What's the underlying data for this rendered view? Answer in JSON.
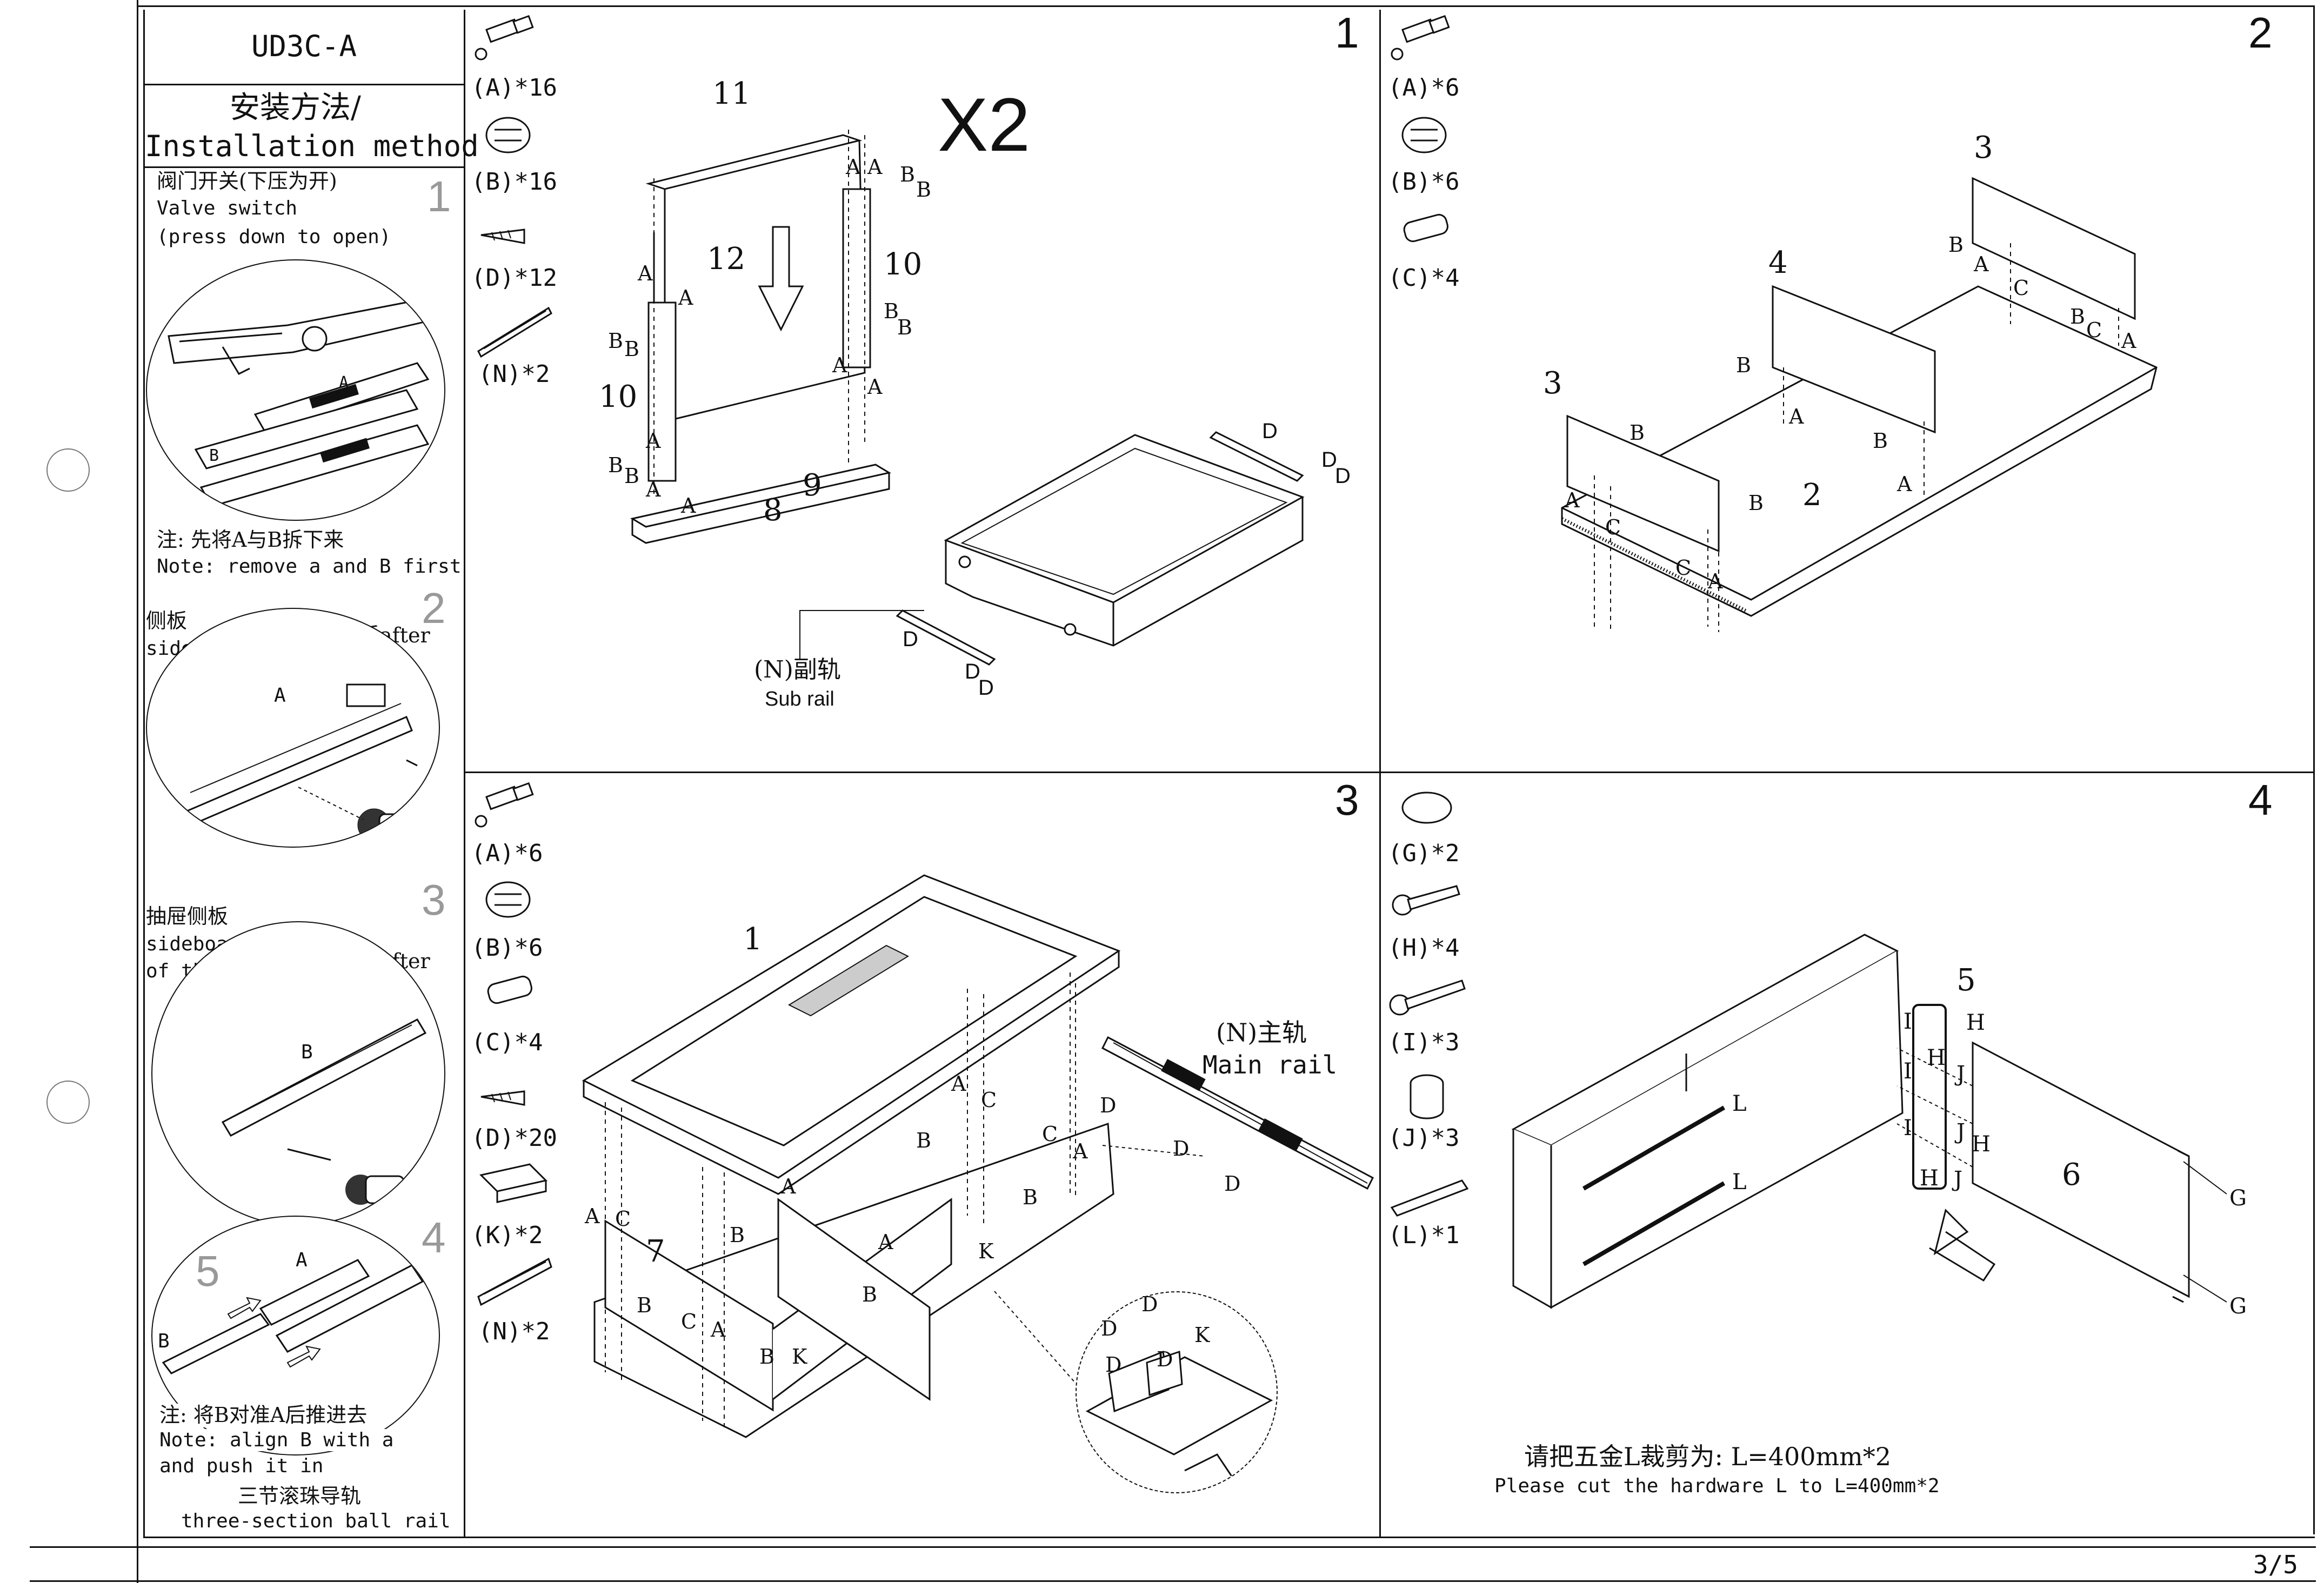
{
  "model_code": "UD3C-A",
  "page_number": "3/5",
  "sidebar": {
    "title_cn": "安装方法/",
    "title_en": "Installation method",
    "steps": [
      {
        "num": "1",
        "cn": "阀门开关(下压为开)",
        "en1": "Valve switch",
        "en2": "(press down to open)",
        "note_cn": "注: 先将A与B拆下来",
        "note_en": "Note: remove a and B first",
        "labels": [
          "A",
          "B"
        ]
      },
      {
        "num": "2",
        "cn": "侧板",
        "en1": "side board",
        "after": "后after",
        "labels": [
          "A"
        ]
      },
      {
        "num": "3",
        "cn": "抽屉侧板",
        "en1": "sideboard",
        "en2": "of the drawer",
        "after": "后after",
        "labels": [
          "B"
        ]
      },
      {
        "num": "4",
        "sub": "5",
        "labels": [
          "A",
          "B"
        ],
        "note_cn": "注: 将B对准A后推进去",
        "note_en1": "Note: align B with a",
        "note_en2": "and push it in",
        "foot_cn": "三节滚珠导轨",
        "foot_en": "three-section ball rail"
      }
    ]
  },
  "panels": [
    {
      "step": "1",
      "parts": [
        "(A)*16",
        "(B)*16",
        "(D)*12",
        "(N)*2"
      ],
      "multiplier": "X2",
      "part_numbers": [
        "11",
        "12",
        "10",
        "10",
        "8",
        "9"
      ],
      "rail_cn": "(N)副轨",
      "rail_en": "Sub rail",
      "letters": [
        "A",
        "A",
        "B",
        "B",
        "A",
        "B",
        "B",
        "A",
        "A",
        "A",
        "B",
        "B",
        "A",
        "B",
        "B",
        "A",
        "A",
        "D",
        "D",
        "D",
        "D",
        "D",
        "D"
      ]
    },
    {
      "step": "2",
      "parts": [
        "(A)*6",
        "(B)*6",
        "(C)*4"
      ],
      "part_numbers": [
        "3",
        "4",
        "3",
        "2"
      ],
      "letters": [
        "B",
        "A",
        "C",
        "B",
        "C",
        "A",
        "B",
        "A",
        "B",
        "A",
        "B",
        "A",
        "C",
        "B",
        "C",
        "A"
      ]
    },
    {
      "step": "3",
      "parts": [
        "(A)*6",
        "(B)*6",
        "(C)*4",
        "(D)*20",
        "(K)*2",
        "(N)*2"
      ],
      "part_numbers": [
        "1",
        "7"
      ],
      "rail_cn": "(N)主轨",
      "rail_en": "Main rail",
      "letters": [
        "A",
        "C",
        "B",
        "C",
        "A",
        "B",
        "A",
        "B",
        "A",
        "B",
        "A",
        "C",
        "B",
        "C",
        "A",
        "B",
        "K",
        "K",
        "D",
        "D",
        "D",
        "D",
        "D",
        "D",
        "D",
        "K"
      ]
    },
    {
      "step": "4",
      "parts": [
        "(G)*2",
        "(H)*4",
        "(I)*3",
        "(J)*3",
        "(L)*1"
      ],
      "part_numbers": [
        "5",
        "6"
      ],
      "letters": [
        "L",
        "L",
        "I",
        "H",
        "I",
        "H",
        "J",
        "I",
        "H",
        "J",
        "H",
        "J",
        "G",
        "G"
      ],
      "note_cn": "请把五金L裁剪为: L=400mm*2",
      "note_en": "Please cut the hardware L to L=400mm*2"
    }
  ]
}
